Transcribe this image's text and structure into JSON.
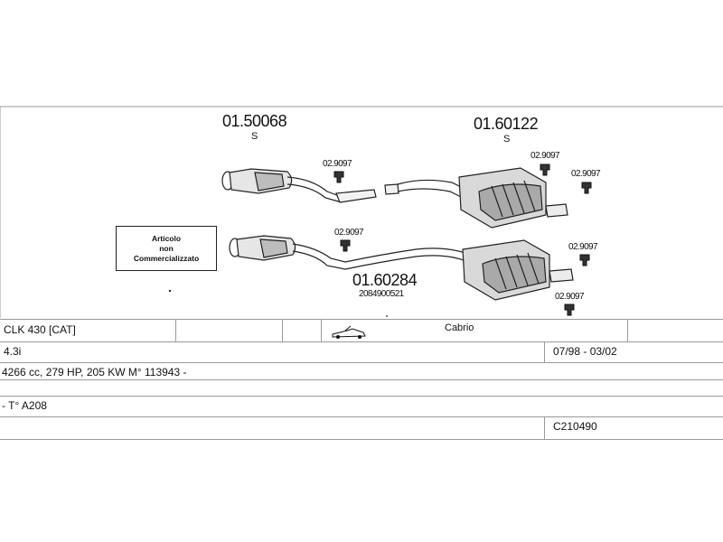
{
  "diagram": {
    "parts": [
      {
        "number": "01.50068",
        "sub": "S"
      },
      {
        "number": "01.60122",
        "sub": "S"
      },
      {
        "number": "01.60284",
        "sub": "2084900521"
      }
    ],
    "hangers": [
      "02.9097",
      "02.9097",
      "02.9097",
      "02.9097",
      "02.9097",
      "02.9097"
    ],
    "note": [
      "Articolo",
      "non",
      "Commercializzato"
    ]
  },
  "table": {
    "model": "CLK 430  [CAT]",
    "body_type": "Cabrio",
    "engine": "4.3i",
    "years": "07/98 - 03/02",
    "specs": "4266 cc, 279 HP, 205 KW  M° 113943 -",
    "type": "- T° A208",
    "code": "C210490"
  }
}
